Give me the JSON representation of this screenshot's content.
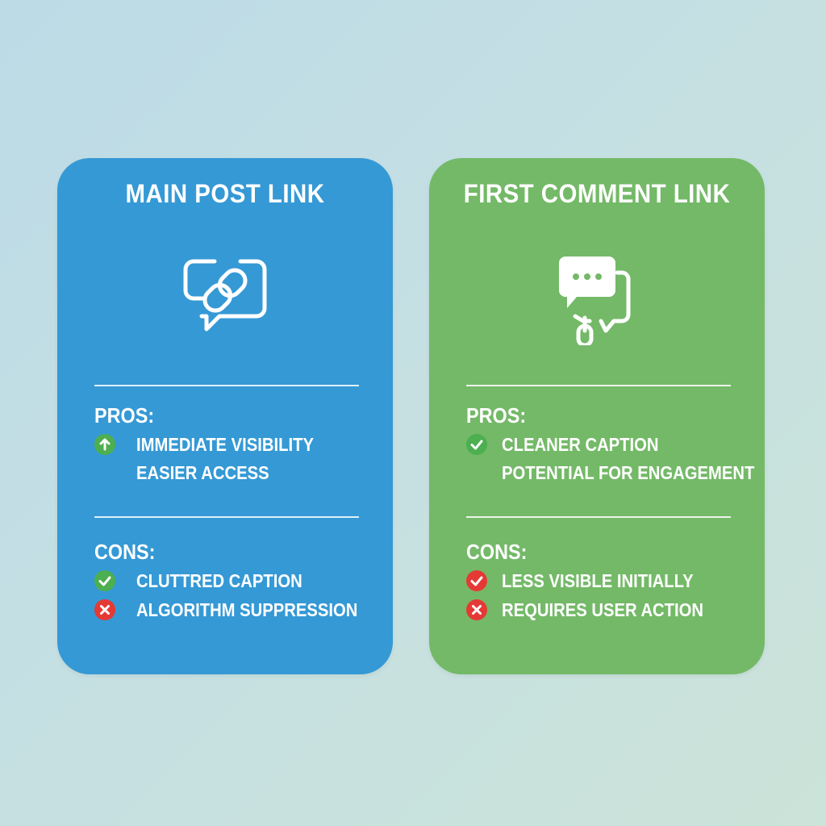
{
  "cards": [
    {
      "title": "MAIN POST LINK",
      "icon": "link-chat-icon",
      "color": "#3599d5",
      "pros_label": "PROS:",
      "pros": [
        {
          "icon": "arrow-up-icon",
          "status": "positive",
          "text": "IMMEDIATE VISIBILITY"
        },
        {
          "icon": "",
          "status": "none",
          "text": "EASIER ACCESS"
        }
      ],
      "cons_label": "CONS:",
      "cons": [
        {
          "icon": "check-icon",
          "status": "positive",
          "text": "CLUTTRED CAPTION"
        },
        {
          "icon": "x-icon",
          "status": "negative",
          "text": "ALGORITHM SUPPRESSION"
        }
      ]
    },
    {
      "title": "FIRST COMMENT LINK",
      "icon": "comment-link-icon",
      "color": "#74b968",
      "pros_label": "PROS:",
      "pros": [
        {
          "icon": "check-icon",
          "status": "positive",
          "text": "CLEANER CAPTION"
        },
        {
          "icon": "",
          "status": "none",
          "text": "POTENTIAL FOR ENGAGEMENT"
        }
      ],
      "cons_label": "CONS:",
      "cons": [
        {
          "icon": "check-icon",
          "status": "negative",
          "text": "LESS VISIBLE INITIALLY"
        },
        {
          "icon": "x-icon",
          "status": "negative",
          "text": "REQUIRES USER ACTION"
        }
      ]
    }
  ],
  "colors": {
    "badge_positive": "#4caf50",
    "badge_negative": "#e53935"
  }
}
